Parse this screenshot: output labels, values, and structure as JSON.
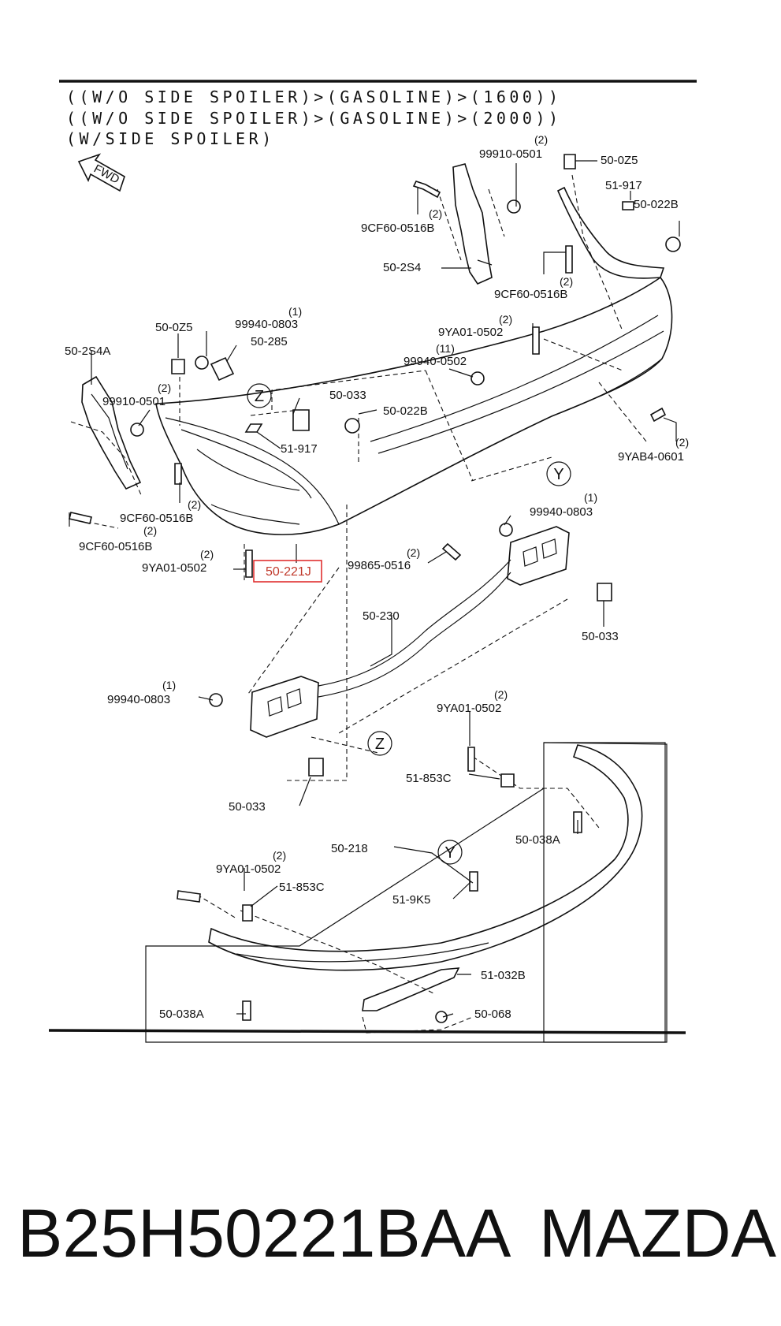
{
  "header": {
    "line1": "((W/O SIDE SPOILER)>(GASOLINE)>(1600))",
    "line2": "((W/O SIDE SPOILER)>(GASOLINE)>(2000))",
    "line3": "(W/SIDE SPOILER)"
  },
  "fwd_label": "FWD",
  "ref_markers": {
    "z": "Z",
    "y": "Y"
  },
  "parts": {
    "p_99910_0501_top": "99910-0501",
    "p_99910_0501_top_qty": "(2)",
    "p_50_0Z5_top": "50-0Z5",
    "p_51_917_top": "51-917",
    "p_50_022B_top": "50-022B",
    "p_9CF60_0516B_a": "9CF60-0516B",
    "p_9CF60_0516B_a_qty": "(2)",
    "p_50_2S4": "50-2S4",
    "p_9CF60_0516B_b": "9CF60-0516B",
    "p_9CF60_0516B_b_qty": "(2)",
    "p_9YA01_0502_a": "9YA01-0502",
    "p_9YA01_0502_a_qty": "(2)",
    "p_99940_0502": "99940-0502",
    "p_99940_0502_qty": "(11)",
    "p_50_0Z5_mid": "50-0Z5",
    "p_99940_0803_a": "99940-0803",
    "p_99940_0803_a_qty": "(1)",
    "p_50_285": "50-285",
    "p_50_2S4A": "50-2S4A",
    "p_99910_0501_left": "99910-0501",
    "p_99910_0501_left_qty": "(2)",
    "p_50_033_a": "50-033",
    "p_50_022B_mid": "50-022B",
    "p_51_917_mid": "51-917",
    "p_9YAB4_0601": "9YAB4-0601",
    "p_9YAB4_0601_qty": "(2)",
    "p_9CF60_0516B_c": "9CF60-0516B",
    "p_9CF60_0516B_c_qty": "(2)",
    "p_9CF60_0516B_d": "9CF60-0516B",
    "p_9CF60_0516B_d_qty": "(2)",
    "p_99940_0803_b": "99940-0803",
    "p_99940_0803_b_qty": "(1)",
    "p_9YA01_0502_b": "9YA01-0502",
    "p_9YA01_0502_b_qty": "(2)",
    "p_50_221J": "50-221J",
    "p_99865_0516": "99865-0516",
    "p_99865_0516_qty": "(2)",
    "p_50_033_b": "50-033",
    "p_50_230": "50-230",
    "p_99940_0803_c": "99940-0803",
    "p_99940_0803_c_qty": "(1)",
    "p_9YA01_0502_c": "9YA01-0502",
    "p_9YA01_0502_c_qty": "(2)",
    "p_51_853C_a": "51-853C",
    "p_50_033_c": "50-033",
    "p_50_038A_a": "50-038A",
    "p_50_218": "50-218",
    "p_9YA01_0502_d": "9YA01-0502",
    "p_9YA01_0502_d_qty": "(2)",
    "p_51_853C_b": "51-853C",
    "p_51_9K5": "51-9K5",
    "p_51_032B": "51-032B",
    "p_50_038A_b": "50-038A",
    "p_50_068": "50-068"
  },
  "footer": {
    "part_number": "B25H50221BAA",
    "brand": "MAZDA"
  },
  "highlight_color": "#e03030"
}
